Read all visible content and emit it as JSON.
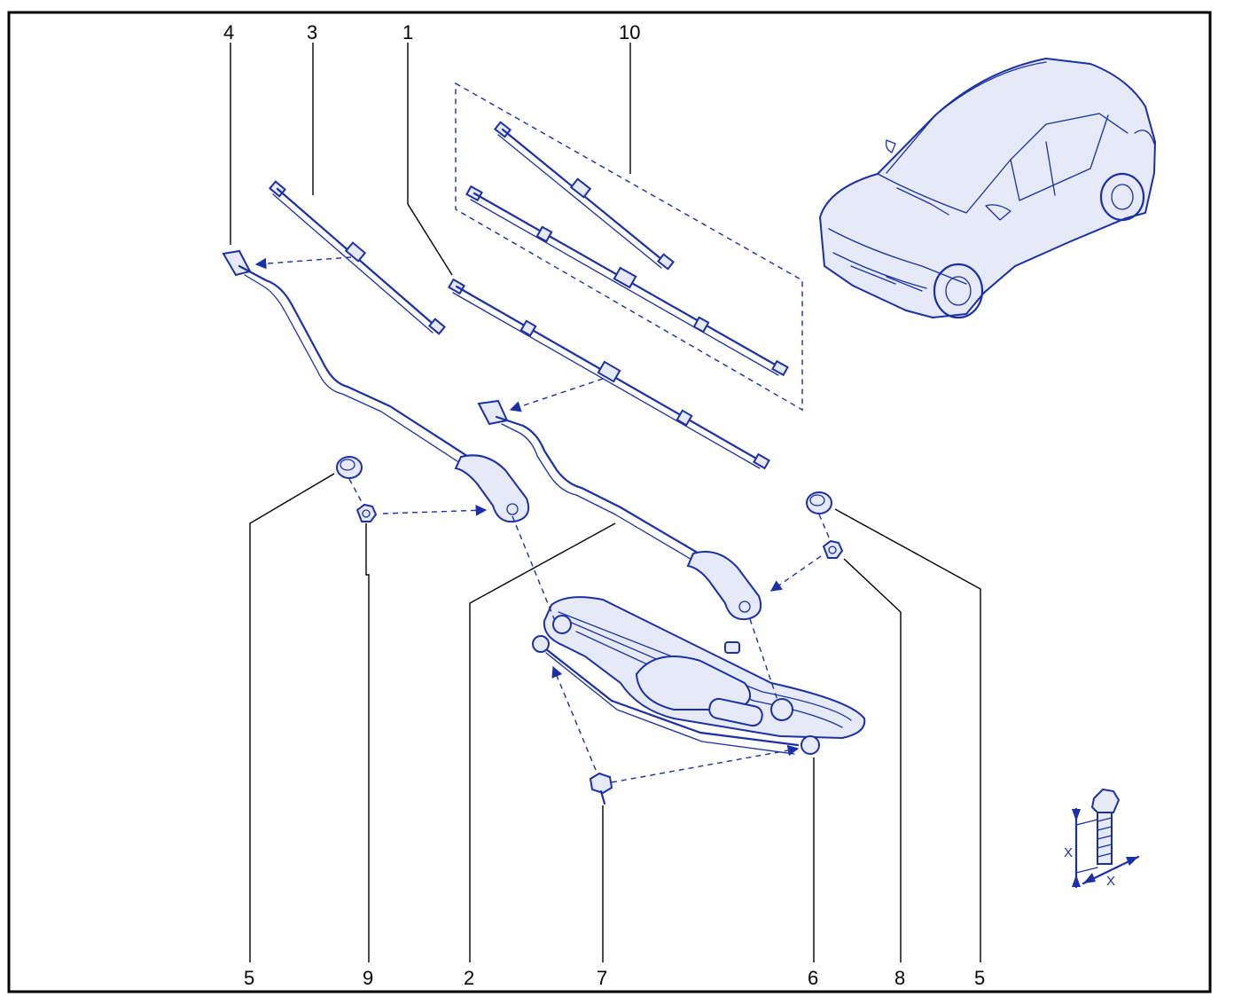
{
  "callouts": {
    "c4": "4",
    "c3": "3",
    "c1": "1",
    "c10": "10",
    "c5_left": "5",
    "c9": "9",
    "c2": "2",
    "c7": "7",
    "c6": "6",
    "c8": "8",
    "c5_right": "5"
  },
  "symbol": {
    "x_vertical": "X",
    "x_horizontal": "X"
  },
  "colors": {
    "line_art": "#1a2fa8",
    "frame": "#000000",
    "background": "#ffffff"
  }
}
